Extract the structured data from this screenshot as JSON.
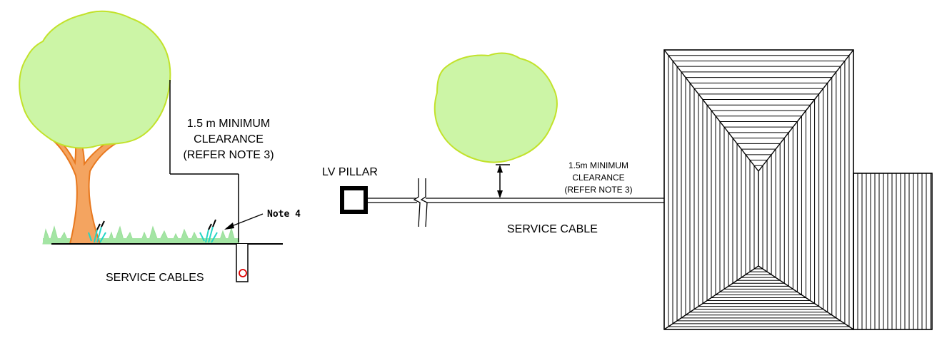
{
  "left_section": {
    "clearance_line1": "1.5 m MINIMUM",
    "clearance_line2": "CLEARANCE",
    "clearance_line3": "(REFER NOTE 3)",
    "note_label": "Note 4",
    "cables_label": "SERVICE CABLES"
  },
  "right_section": {
    "pillar_label": "LV PILLAR",
    "clearance_line1": "1.5m MINIMUM",
    "clearance_line2": "CLEARANCE",
    "clearance_line3": "(REFER NOTE 3)",
    "cable_label": "SERVICE CABLE"
  },
  "colors": {
    "foliage_fill": "#ccf5a6",
    "foliage_edge": "#c2e22a",
    "trunk_fill": "#f4a460",
    "trunk_edge": "#e8781e",
    "grass": "#9be39b",
    "weed": "#22d6c6",
    "cable_marker": "#e00000"
  }
}
